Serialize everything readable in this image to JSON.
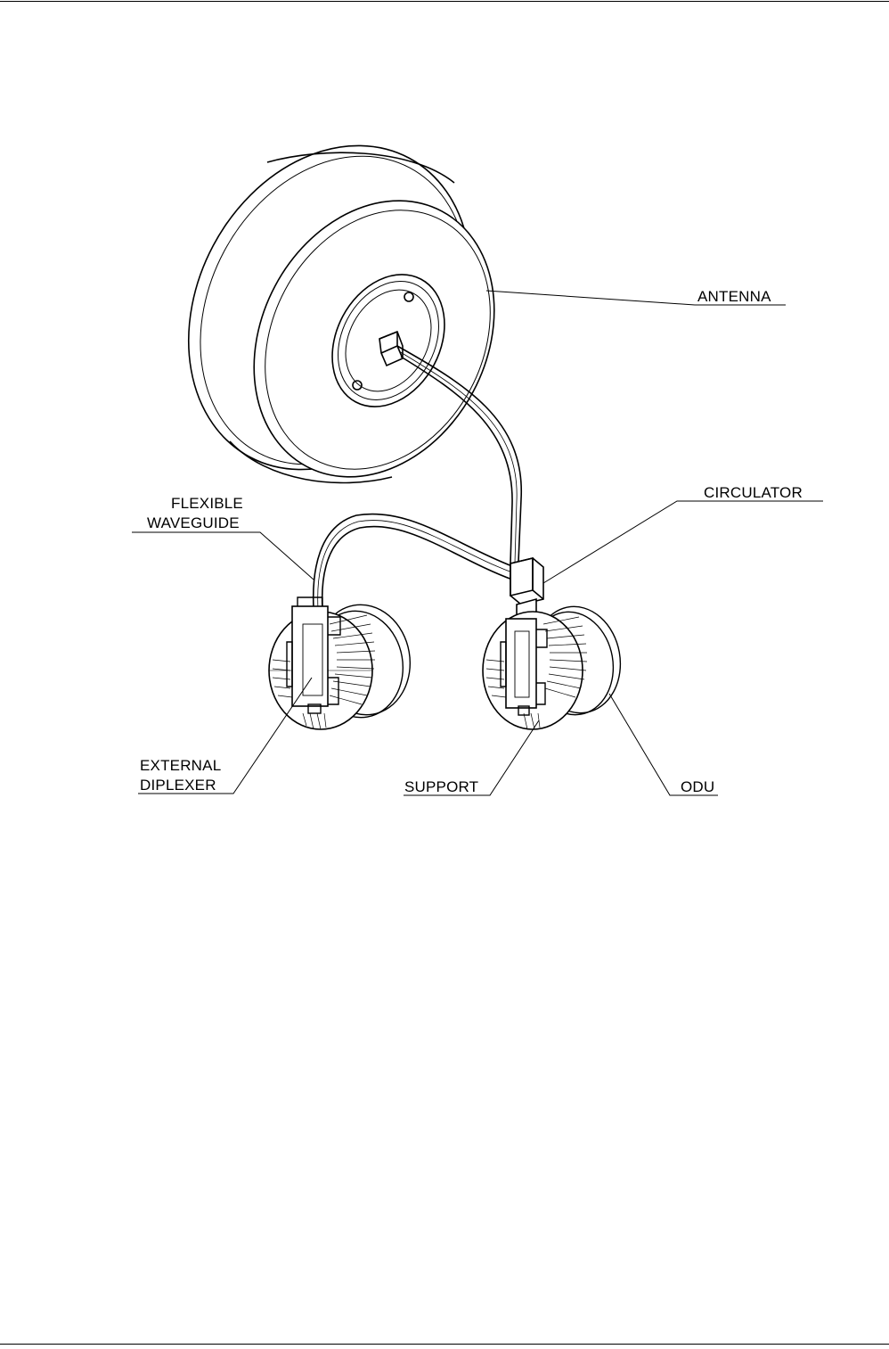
{
  "colors": {
    "line": "#000000",
    "background": "#ffffff"
  },
  "labels": {
    "antenna": "ANTENNA",
    "circulator": "CIRCULATOR",
    "flexible_waveguide": [
      "FLEXIBLE",
      "WAVEGUIDE"
    ],
    "external_diplexer": [
      "EXTERNAL",
      "DIPLEXER"
    ],
    "support": "SUPPORT",
    "odu": "ODU"
  }
}
